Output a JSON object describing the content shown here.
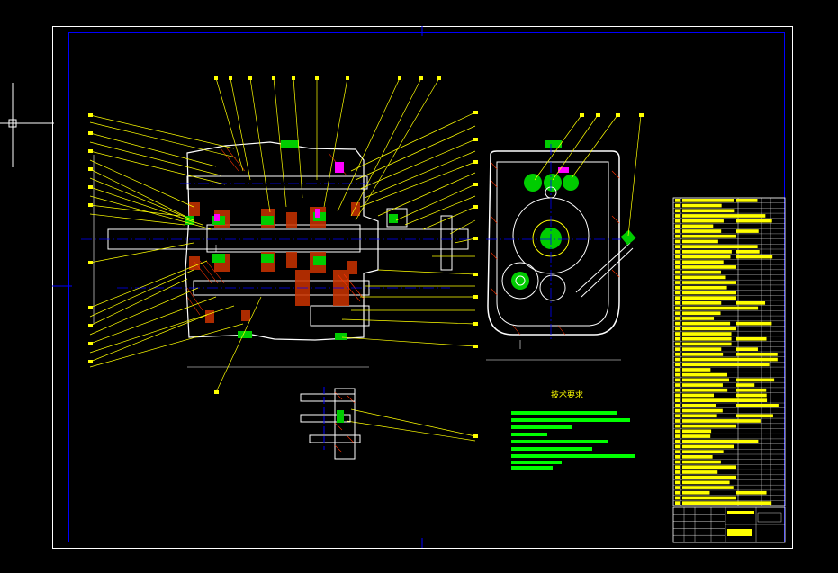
{
  "drawing": {
    "background": "#000000",
    "colors": {
      "frame": "#0000ff",
      "section": "#ffff00",
      "leader": "#ffff00",
      "outline": "#ffffff",
      "hatch": "#ff0000",
      "part_fill": "#00cc00",
      "center_line": "#0000ff",
      "highlight": "#ff00ff",
      "notes": "#00ff00",
      "table": "#ffff00"
    }
  },
  "technical_notes": {
    "title": "技术要求"
  },
  "parts_table": {
    "rows": 60
  },
  "title_block": {
    "rows": 5
  }
}
